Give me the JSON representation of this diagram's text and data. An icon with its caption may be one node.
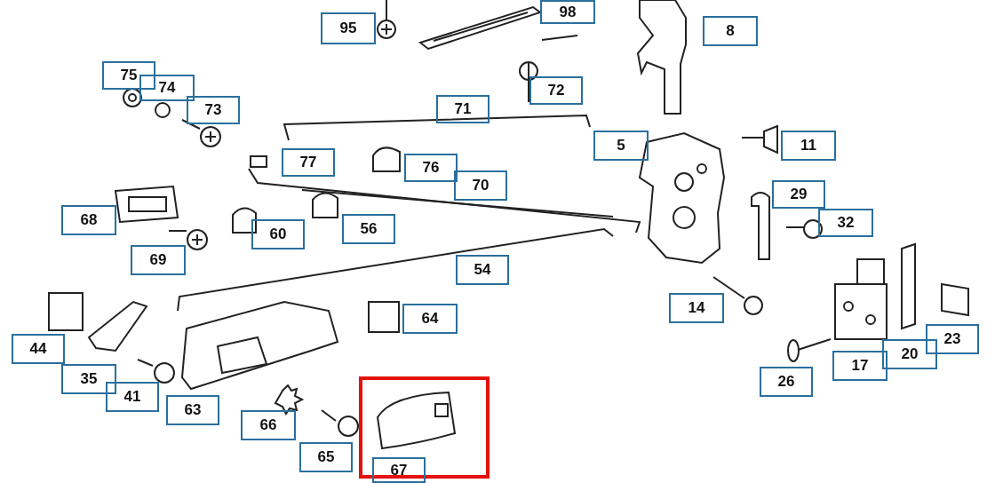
{
  "diagram": {
    "nodes": [
      {
        "text": [
          "98"
        ]
      },
      {
        "text": [
          "95"
        ]
      },
      {
        "text": [
          "8"
        ]
      },
      {
        "text": [
          "75"
        ]
      },
      {
        "text": [
          "74"
        ]
      },
      {
        "text": [
          "72"
        ]
      },
      {
        "text": [
          "71"
        ]
      },
      {
        "text": [
          "73"
        ]
      },
      {
        "text": [
          "5"
        ]
      },
      {
        "text": [
          "11"
        ]
      },
      {
        "text": [
          "77"
        ]
      },
      {
        "text": [
          "76"
        ]
      },
      {
        "text": [
          "70"
        ]
      },
      {
        "text": [
          "29"
        ]
      },
      {
        "text": [
          "68"
        ]
      },
      {
        "text": [
          "32"
        ]
      },
      {
        "text": [
          "56"
        ]
      },
      {
        "text": [
          "60"
        ]
      },
      {
        "text": [
          "69"
        ]
      },
      {
        "text": [
          "54"
        ]
      },
      {
        "text": [
          "14"
        ]
      },
      {
        "text": [
          "64"
        ]
      },
      {
        "text": [
          "23"
        ]
      },
      {
        "text": [
          "44"
        ]
      },
      {
        "text": [
          "20"
        ]
      },
      {
        "text": [
          "17"
        ]
      },
      {
        "text": [
          "35"
        ]
      },
      {
        "text": [
          "26"
        ]
      },
      {
        "text": [
          "41"
        ]
      },
      {
        "text": [
          "63"
        ]
      },
      {
        "text": [
          "66"
        ]
      },
      {
        "text": [
          "65"
        ]
      },
      {
        "text": [
          "67"
        ]
      }
    ]
  }
}
